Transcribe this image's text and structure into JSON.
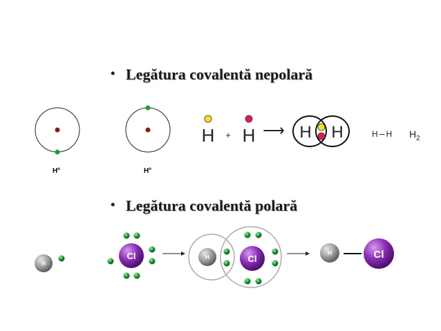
{
  "bullets": {
    "nonpolar": "Legătura covalentă nepolară",
    "polar": "Legătura covalentă polară"
  },
  "nonpolar": {
    "atom_label_left": "H",
    "atom_label_right": "H",
    "atom_label_sup": "o",
    "lewis_h_left": "H",
    "plus": "+",
    "lewis_h_right": "H",
    "arrow": "⟶",
    "molecule_h_left": "H",
    "molecule_h_right": "H",
    "structural_left": "H",
    "structural_bond": "–",
    "structural_right": "H",
    "formula_base": "H",
    "formula_sub": "2"
  },
  "polar": {
    "h_label": "H",
    "cl_label": "Cl"
  },
  "colors": {
    "nucleus": "#8b1a1a",
    "electron": "#1e9e2e",
    "yellow_electron": "#f5e21a",
    "pink_electron": "#e8185e",
    "chlorine": "#8a2bb5",
    "hydrogen": "#9a9a9a"
  }
}
